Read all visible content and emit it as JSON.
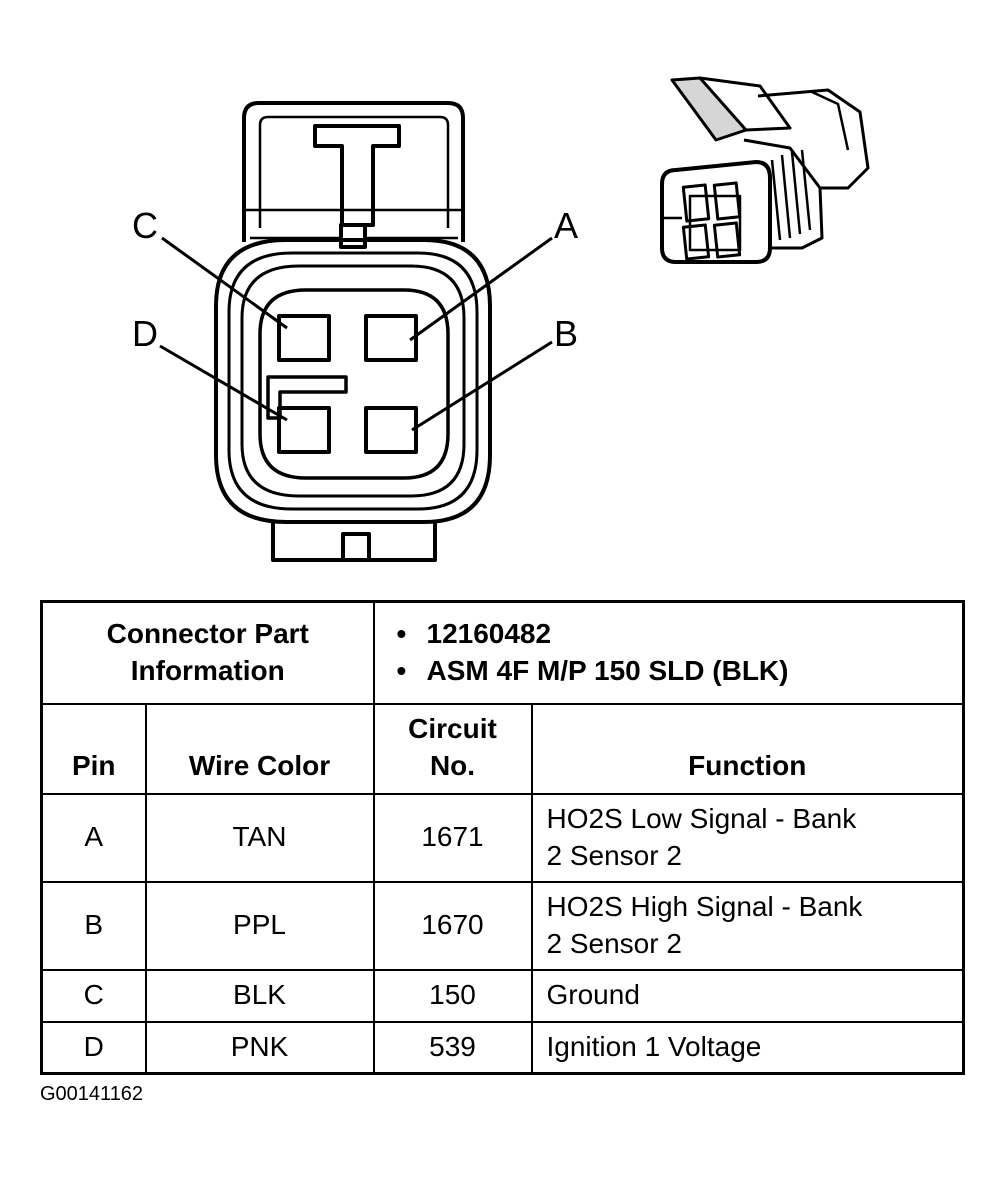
{
  "diagram": {
    "pin_labels": {
      "a": "A",
      "b": "B",
      "c": "C",
      "d": "D"
    }
  },
  "table": {
    "connector_info_label": "Connector Part Information",
    "connector_info_items": [
      "12160482",
      "ASM 4F M/P 150 SLD (BLK)"
    ],
    "headers": {
      "pin": "Pin",
      "wire_color": "Wire Color",
      "circuit_no": "Circuit No.",
      "function": "Function"
    },
    "rows": [
      {
        "pin": "A",
        "wire_color": "TAN",
        "circuit_no": "1671",
        "function": "HO2S Low Signal - Bank 2 Sensor 2"
      },
      {
        "pin": "B",
        "wire_color": "PPL",
        "circuit_no": "1670",
        "function": "HO2S High Signal - Bank 2 Sensor 2"
      },
      {
        "pin": "C",
        "wire_color": "BLK",
        "circuit_no": "150",
        "function": "Ground"
      },
      {
        "pin": "D",
        "wire_color": "PNK",
        "circuit_no": "539",
        "function": "Ignition 1 Voltage"
      }
    ]
  },
  "figure_id": "G00141162"
}
